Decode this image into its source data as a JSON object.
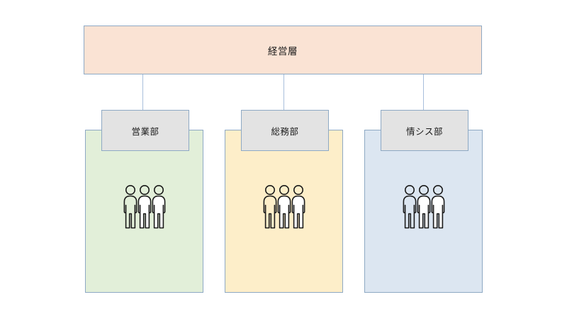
{
  "diagram": {
    "type": "organization-chart",
    "background_color": "#ffffff",
    "executive": {
      "label": "経営層",
      "fill_color": "#fae3d4",
      "border_color": "#8ea9c4"
    },
    "connector_color": "#a8bfdc",
    "departments": [
      {
        "label": "営業部",
        "header_fill": "#e3e3e3",
        "panel_fill": "#e2efd9",
        "border_color": "#8ea9c4",
        "member_icon": "people-group-icon",
        "member_count": 3
      },
      {
        "label": "総務部",
        "header_fill": "#e3e3e3",
        "panel_fill": "#fdeec9",
        "border_color": "#8ea9c4",
        "member_icon": "people-group-icon",
        "member_count": 3
      },
      {
        "label": "情シス部",
        "header_fill": "#e3e3e3",
        "panel_fill": "#dce6f1",
        "border_color": "#8ea9c4",
        "member_icon": "people-group-icon",
        "member_count": 3
      }
    ]
  }
}
